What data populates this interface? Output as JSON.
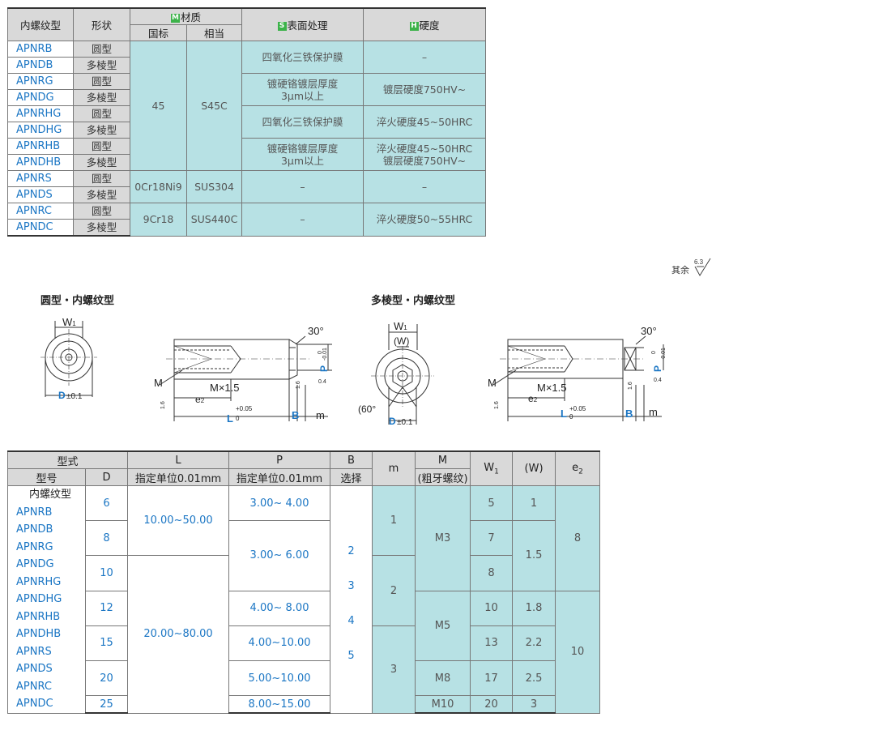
{
  "material_table": {
    "headers": {
      "type": "内螺纹型",
      "shape": "形状",
      "material_badge": "M",
      "material": "材质",
      "gb": "国标",
      "equiv": "相当",
      "surface_badge": "S",
      "surface": "表面处理",
      "hardness_badge": "H",
      "hardness": "硬度"
    },
    "rows": [
      {
        "part": "APNRB",
        "shape": "圆型"
      },
      {
        "part": "APNDB",
        "shape": "多棱型"
      },
      {
        "part": "APNRG",
        "shape": "圆型"
      },
      {
        "part": "APNDG",
        "shape": "多棱型"
      },
      {
        "part": "APNRHG",
        "shape": "圆型"
      },
      {
        "part": "APNDHG",
        "shape": "多棱型"
      },
      {
        "part": "APNRHB",
        "shape": "圆型"
      },
      {
        "part": "APNDHB",
        "shape": "多棱型"
      },
      {
        "part": "APNRS",
        "shape": "圆型"
      },
      {
        "part": "APNDS",
        "shape": "多棱型"
      },
      {
        "part": "APNRC",
        "shape": "圆型"
      },
      {
        "part": "APNDC",
        "shape": "多棱型"
      }
    ],
    "materials": [
      {
        "gb": "45",
        "equiv": "S45C"
      },
      {
        "gb": "0Cr18Ni9",
        "equiv": "SUS304"
      },
      {
        "gb": "9Cr18",
        "equiv": "SUS440C"
      }
    ],
    "surface": {
      "oxide_1": "四氧化三铁保护膜",
      "chrome_1": "镀硬铬镀层厚度\n3μm以上",
      "oxide_2": "四氧化三铁保护膜",
      "chrome_2": "镀硬铬镀层厚度\n3μm以上",
      "dash_1": "–",
      "dash_2": "–"
    },
    "hardness": {
      "dash_1": "–",
      "plating": "镀层硬度750HV~",
      "quench": "淬火硬度45~50HRC",
      "quench_plating": "淬火硬度45~50HRC\n镀层硬度750HV~",
      "dash_2": "–",
      "quench_c": "淬火硬度50~55HRC"
    }
  },
  "drawings": {
    "roughness_note": "其余",
    "roughness_value": "6.3",
    "round_title": "圆型・内螺纹型",
    "poly_title": "多棱型・内螺纹型",
    "labels": {
      "W1": "W",
      "W1_sub": "1",
      "W": "(W)",
      "D_tol": "D",
      "D_tol_value": "±0.1",
      "angle30": "30°",
      "angle60": "(60°",
      "M": "M",
      "MxP": "M×1.5",
      "e2": "e",
      "e2_sub": "2",
      "L": "L",
      "L_tol_up": "+0.05",
      "L_tol_low": "0",
      "B": "B",
      "m": "m",
      "P": "P",
      "P_tol": "-0.01",
      "P_tol_low": "0",
      "r16": "1.6",
      "r04": "0.4",
      "r16b": "1.6"
    }
  },
  "dims_table": {
    "headers": {
      "form": "型式",
      "model": "型号",
      "D": "D",
      "L": "L",
      "L_sub": "指定单位0.01mm",
      "P": "P",
      "P_sub": "指定单位0.01mm",
      "B": "B",
      "B_sub": "选择",
      "m": "m",
      "M": "M",
      "M_sub": "(粗牙螺纹)",
      "W1": "W",
      "W1_sub": "1",
      "W": "(W)",
      "e2": "e",
      "e2_sub": "2"
    },
    "parts_header": "内螺纹型",
    "parts": [
      "APNRB",
      "APNDB",
      "APNRG",
      "APNDG",
      "APNRHG",
      "APNDHG",
      "APNRHB",
      "APNDHB",
      "APNRS",
      "APNDS",
      "APNRC",
      "APNDC"
    ],
    "D": [
      "6",
      "8",
      "10",
      "12",
      "15",
      "20",
      "25"
    ],
    "L": [
      "10.00~50.00",
      "20.00~80.00"
    ],
    "P": [
      "3.00~ 4.00",
      "3.00~ 6.00",
      "4.00~ 8.00",
      "4.00~10.00",
      "5.00~10.00",
      "8.00~15.00"
    ],
    "B": [
      "2",
      "3",
      "4",
      "5"
    ],
    "m": [
      "1",
      "2",
      "3"
    ],
    "M": [
      "M3",
      "M5",
      "M8",
      "M10"
    ],
    "W1": [
      "5",
      "7",
      "8",
      "10",
      "13",
      "17",
      "20"
    ],
    "W": [
      "1",
      "1.5",
      "1.8",
      "2.2",
      "2.5",
      "3"
    ],
    "e2": [
      "8",
      "10"
    ]
  }
}
